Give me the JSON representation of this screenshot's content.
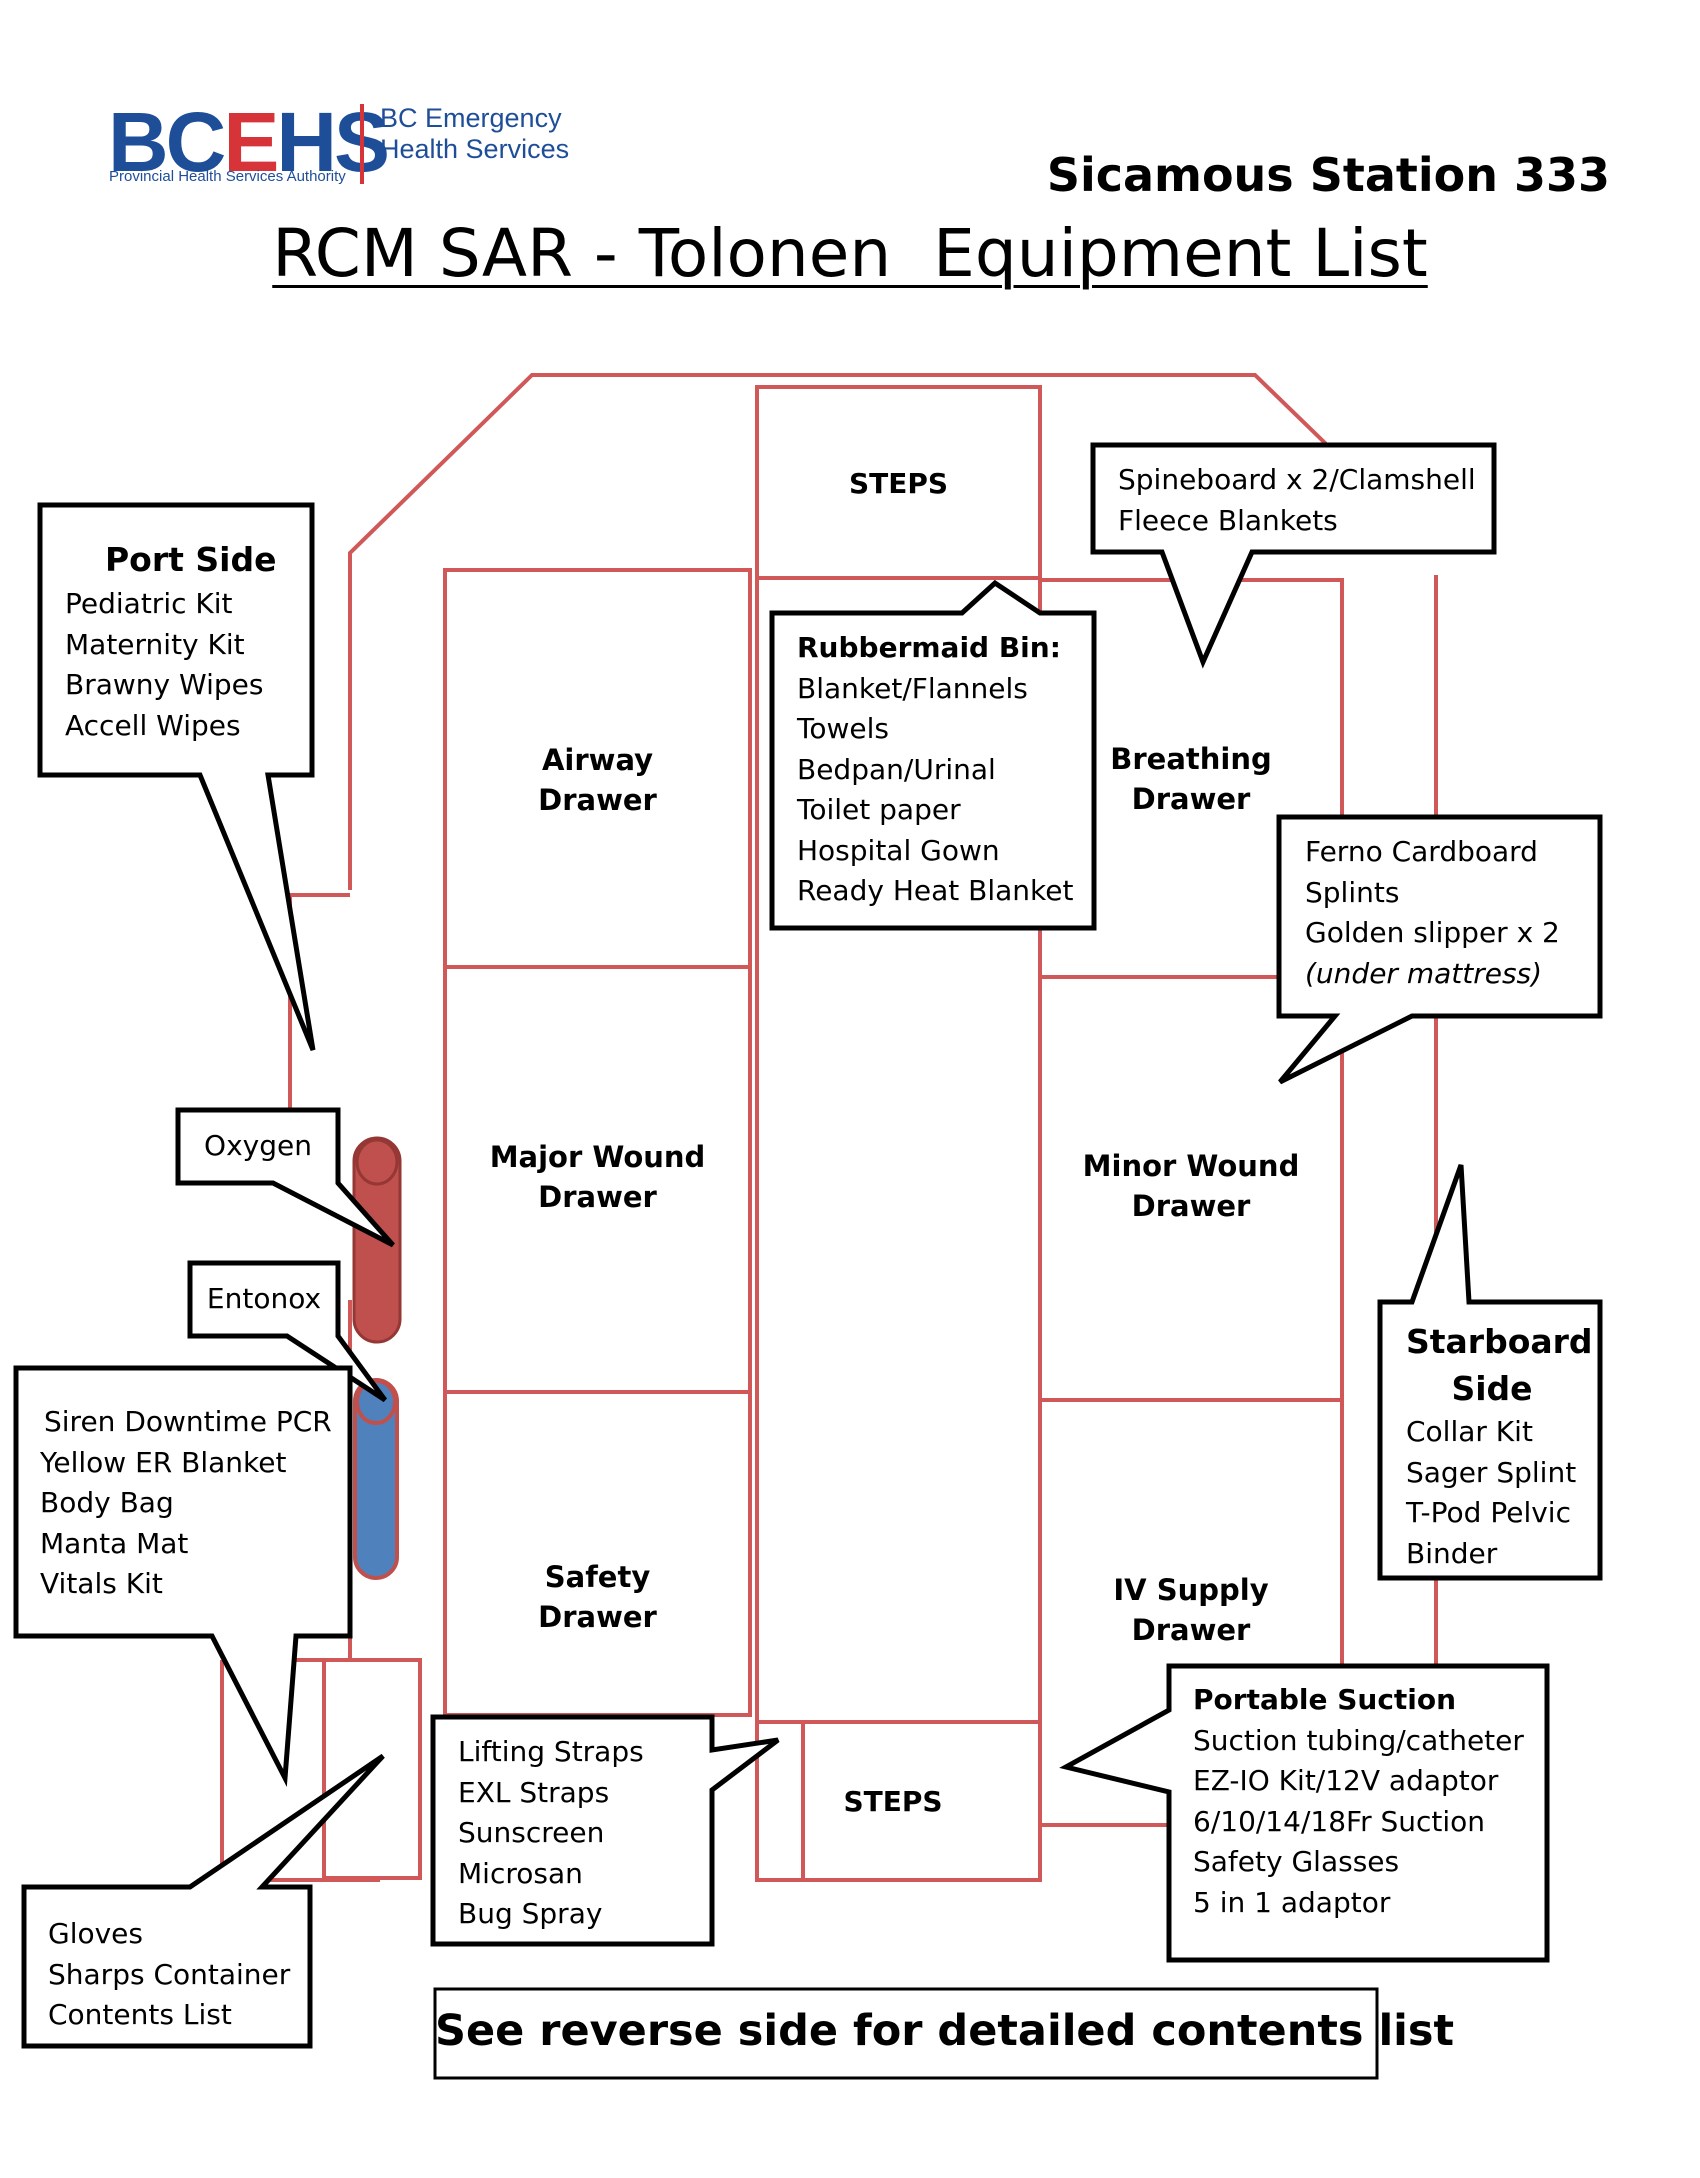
{
  "header": {
    "logo_letters": [
      "BC",
      "E",
      "HS"
    ],
    "logo_name_line1": "BC Emergency",
    "logo_name_line2": "Health Services",
    "logo_authority": "Provincial Health Services Authority",
    "station": "Sicamous Station 333",
    "title": "RCM SAR - Tolonen  Equipment List"
  },
  "colors": {
    "outline": "#d05858",
    "oxygen": "#c0504d",
    "entonox": "#4f81bd",
    "logo_blue": "#1f4e99",
    "logo_red": "#d7343a"
  },
  "layout_labels": {
    "steps_top": "STEPS",
    "steps_bottom": "STEPS",
    "airway": [
      "Airway",
      "Drawer"
    ],
    "major_wound": [
      "Major Wound",
      "Drawer"
    ],
    "safety": [
      "Safety",
      "Drawer"
    ],
    "breathing": [
      "Breathing",
      "Drawer"
    ],
    "minor_wound": [
      "Minor Wound",
      "Drawer"
    ],
    "iv_supply": [
      "IV Supply",
      "Drawer"
    ]
  },
  "callouts": {
    "port_side": {
      "title": "Port Side",
      "items": [
        "Pediatric Kit",
        "Maternity Kit",
        "Brawny Wipes",
        "Accell Wipes"
      ]
    },
    "spineboard": {
      "items": [
        "Spineboard x 2/Clamshell",
        "Fleece Blankets"
      ]
    },
    "rubbermaid": {
      "title": "Rubbermaid Bin:",
      "items": [
        "Blanket/Flannels",
        "Towels",
        "Bedpan/Urinal",
        "Toilet paper",
        "Hospital Gown",
        "Ready Heat Blanket"
      ]
    },
    "ferno": {
      "items": [
        "Ferno Cardboard",
        "Splints",
        "Golden slipper x 2",
        "(under mattress)"
      ]
    },
    "oxygen": {
      "label": "Oxygen"
    },
    "entonox": {
      "label": "Entonox"
    },
    "siren": {
      "items": [
        "Siren Downtime PCR",
        "Yellow ER Blanket",
        "Body Bag",
        "Manta Mat",
        "Vitals Kit"
      ]
    },
    "starboard_side": {
      "title_line1": "Starboard",
      "title_line2": "Side",
      "items": [
        "Collar Kit",
        "Sager Splint",
        "T-Pod Pelvic",
        "Binder"
      ]
    },
    "lifting": {
      "items": [
        "Lifting Straps",
        "EXL Straps",
        "Sunscreen",
        "Microsan",
        "Bug Spray"
      ]
    },
    "portable_suction": {
      "title": "Portable Suction",
      "items": [
        "Suction tubing/catheter",
        "EZ-IO Kit/12V adaptor",
        "6/10/14/18Fr Suction",
        "Safety Glasses",
        "5 in 1 adaptor"
      ]
    },
    "gloves": {
      "items": [
        "Gloves",
        "Sharps Container",
        "Contents List"
      ]
    }
  },
  "footer": {
    "note": "See reverse side for detailed contents list"
  }
}
